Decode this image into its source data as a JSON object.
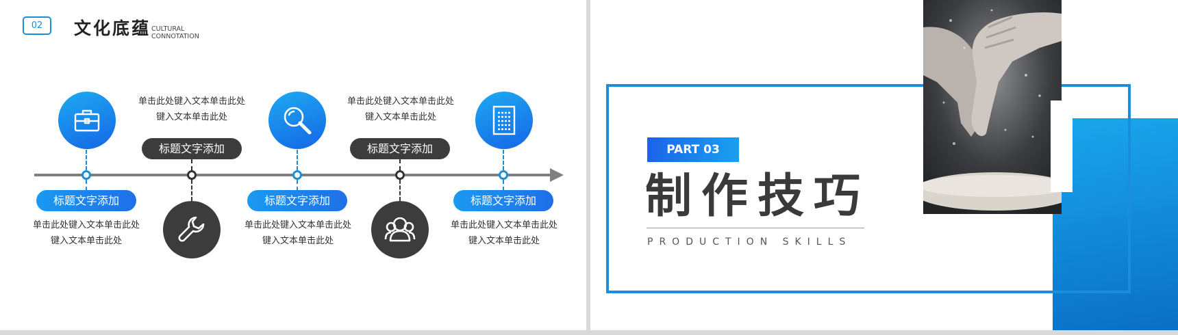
{
  "left_slide": {
    "section_number": "02",
    "title_cn": "文化底蕴",
    "title_en_line1": "CULTURAL",
    "title_en_line2": "CONNOTATION",
    "items": [
      {
        "label": "标题文字添加",
        "icon": "briefcase-icon",
        "desc_line1": "单击此处键入文本单击此处",
        "desc_line2": "键入文本单击此处"
      },
      {
        "label": "标题文字添加",
        "icon": "wrench-icon",
        "desc_line1": "单击此处键入文本单击此处",
        "desc_line2": "键入文本单击此处"
      },
      {
        "label": "标题文字添加",
        "icon": "magnifier-icon",
        "desc_line1": "单击此处键入文本单击此处",
        "desc_line2": "键入文本单击此处"
      },
      {
        "label": "标题文字添加",
        "icon": "users-icon",
        "desc_line1": "单击此处键入文本单击此处",
        "desc_line2": "键入文本单击此处"
      },
      {
        "label": "标题文字添加",
        "icon": "document-icon",
        "desc_line1": "单击此处键入文本单击此处",
        "desc_line2": "键入文本单击此处"
      }
    ],
    "colors": {
      "accent": "#1a8fd8",
      "dark": "#3c3c3c",
      "axis": "#7f7f7f"
    }
  },
  "right_slide": {
    "part_label": "PART 03",
    "title_cn": "制作技巧",
    "subtitle_en": "PRODUCTION SKILLS",
    "photo": "flour-hands-photo",
    "colors": {
      "frame": "#1a8ddd",
      "block": "#0a6fc5"
    }
  }
}
